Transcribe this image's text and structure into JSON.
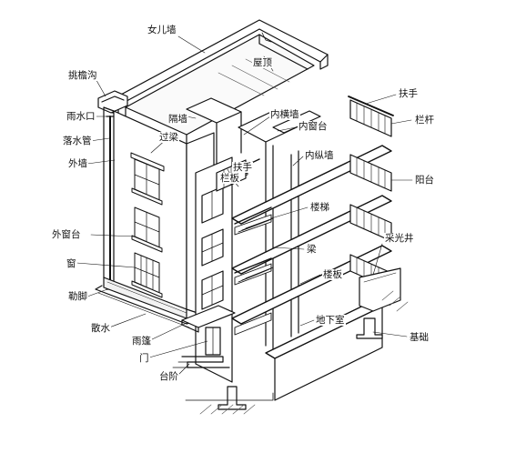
{
  "figure": {
    "title": "",
    "style": "black line-art cutaway of a multi-storey building",
    "colors": {
      "line": "#111111",
      "background": "#ffffff",
      "hatch": "#555555"
    }
  },
  "labels": {
    "nv_er_qiang": "女儿墙",
    "wu_ding": "屋顶",
    "tiao_yan_gou": "挑檐沟",
    "yu_shui_kou": "雨水口",
    "ge_qiang": "隔墙",
    "nei_heng_qiang": "内横墙",
    "nei_chuang_tai": "内窗台",
    "fu_shou_top": "扶手",
    "lan_gan_right": "栏杆",
    "luo_shui_guan": "落水管",
    "guo_liang": "过梁",
    "wai_qiang": "外墙",
    "nei_zong_qiang": "内纵墙",
    "fu_shou_mid": "扶手",
    "lan_ban": "栏板",
    "yang_tai": "阳台",
    "lou_ti": "楼梯",
    "wai_chuang_tai": "外窗台",
    "liang": "梁",
    "cai_guang_jing": "采光井",
    "chuang": "窗",
    "lou_ban": "楼板",
    "le_jiao": "勒脚",
    "di_xia_shi": "地下室",
    "san_shui": "散水",
    "yu_peng": "雨篷",
    "ji_chu": "基础",
    "men": "门",
    "tai_jie": "台阶"
  }
}
